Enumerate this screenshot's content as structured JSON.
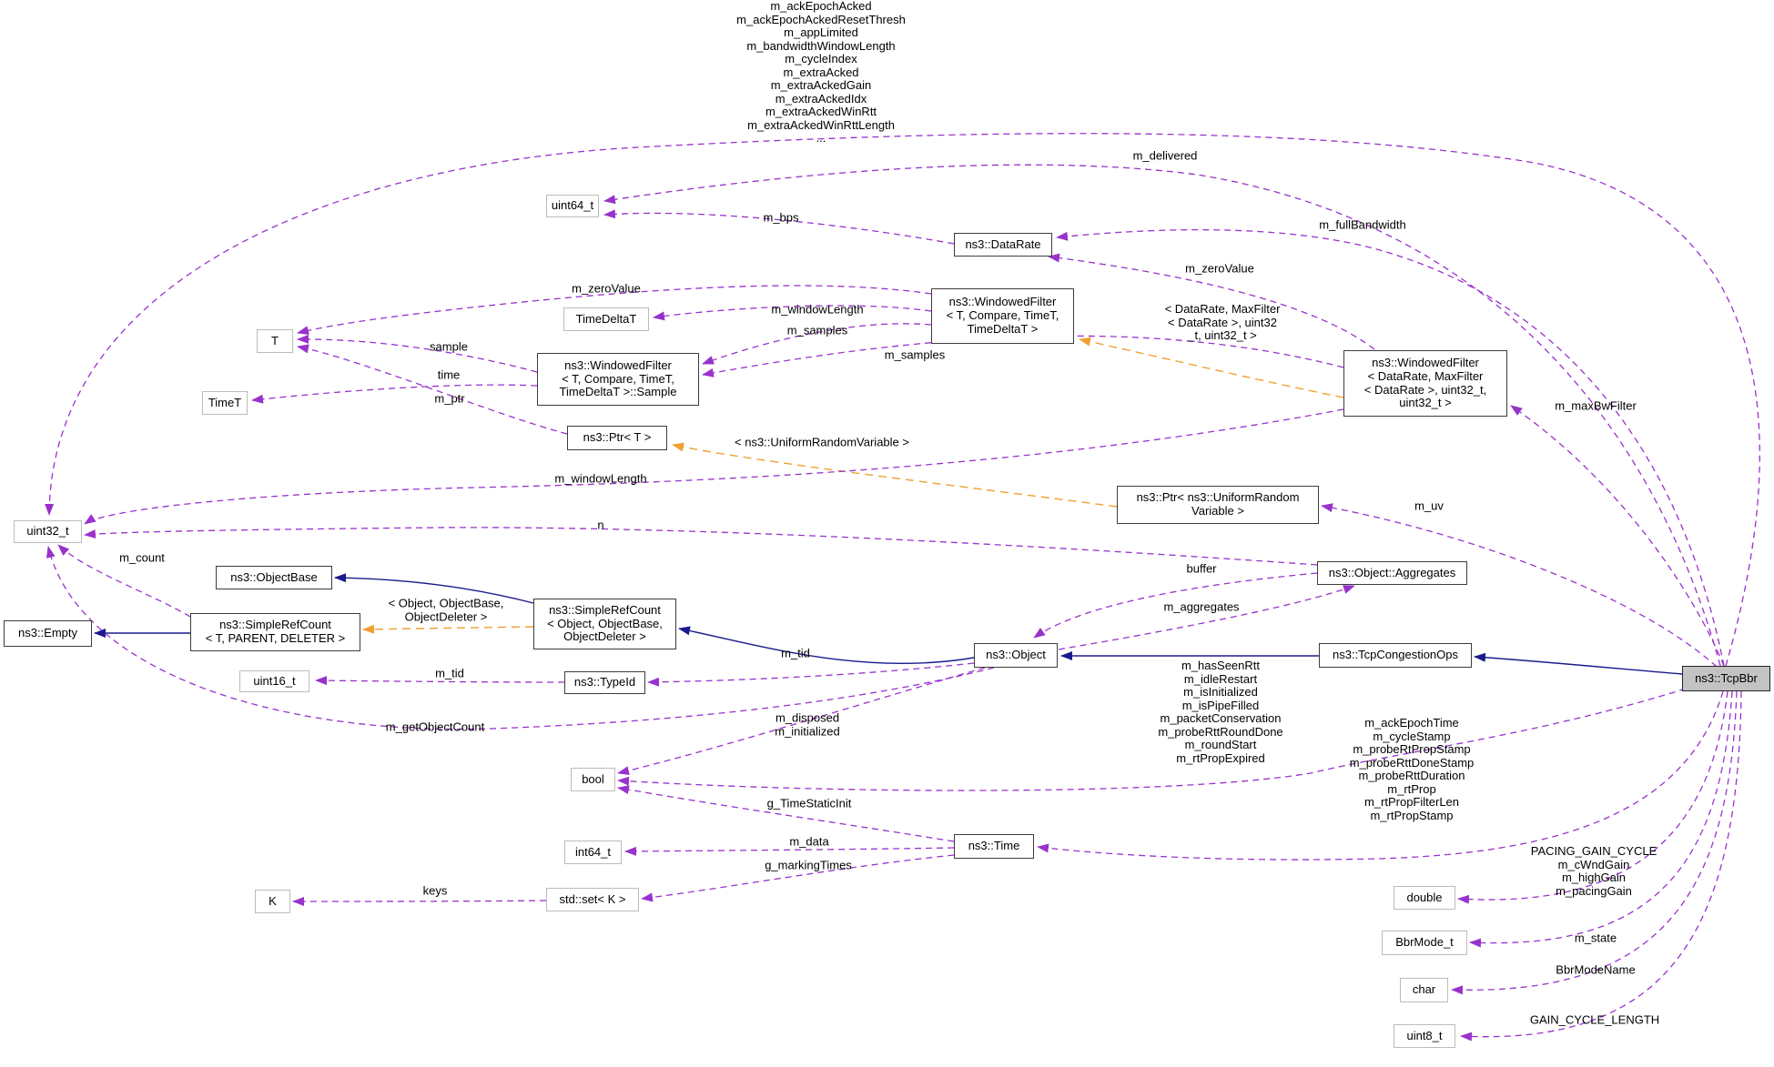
{
  "nodes": {
    "uint64": "uint64_t",
    "datarate": "ns3::DataRate",
    "timedeltat": "TimeDeltaT",
    "wf_generic": "ns3::WindowedFilter\n< T, Compare, TimeT,\nTimeDeltaT >",
    "t": "T",
    "wf_sample": "ns3::WindowedFilter\n< T, Compare, TimeT,\nTimeDeltaT >::Sample",
    "timet": "TimeT",
    "ptr_t": "ns3::Ptr< T >",
    "wf_datarate": "ns3::WindowedFilter\n< DataRate, MaxFilter\n< DataRate >, uint32_t,\nuint32_t >",
    "ptr_urv": "ns3::Ptr< ns3::UniformRandom\nVariable >",
    "uint32": "uint32_t",
    "objectbase": "ns3::ObjectBase",
    "empty": "ns3::Empty",
    "src_generic": "ns3::SimpleRefCount\n< T, PARENT, DELETER >",
    "uint16": "uint16_t",
    "src_object": "ns3::SimpleRefCount\n< Object, ObjectBase,\nObjectDeleter >",
    "typeid": "ns3::TypeId",
    "object": "ns3::Object",
    "aggregates": "ns3::Object::Aggregates",
    "tcpcongestionops": "ns3::TcpCongestionOps",
    "tcpbbr": "ns3::TcpBbr",
    "bool": "bool",
    "int64": "int64_t",
    "std_set": "std::set< K >",
    "k": "K",
    "time": "ns3::Time",
    "double": "double",
    "bbrmode": "BbrMode_t",
    "char": "char",
    "uint8": "uint8_t"
  },
  "labels": {
    "tcpbbr_uint32_members": "m_ackEpochAcked\nm_ackEpochAckedResetThresh\nm_appLimited\nm_bandwidthWindowLength\nm_cycleIndex\nm_extraAcked\nm_extraAckedGain\nm_extraAckedIdx\nm_extraAckedWinRtt\nm_extraAckedWinRttLength\n...",
    "m_delivered": "m_delivered",
    "m_bps": "m_bps",
    "m_fullBandwidth": "m_fullBandwidth",
    "m_zeroValue_left": "m_zeroValue",
    "m_zeroValue_right": "m_zeroValue",
    "m_windowLength_top": "m_windowLength",
    "m_windowLength_mid": "m_windowLength",
    "m_samples_left": "m_samples",
    "m_samples_right": "m_samples",
    "sample": "sample",
    "time": "time",
    "m_ptr": "m_ptr",
    "template_datarate": "< DataRate, MaxFilter\n< DataRate >, uint32\n_t, uint32_t >",
    "template_urv": "< ns3::UniformRandomVariable >",
    "template_object": "< Object, ObjectBase,\nObjectDeleter >",
    "n": "n",
    "m_count": "m_count",
    "buffer": "buffer",
    "m_aggregates": "m_aggregates",
    "m_tid_left": "m_tid",
    "m_tid_right": "m_tid",
    "object_bool_members": "m_disposed\nm_initialized",
    "m_getObjectCount": "m_getObjectCount",
    "g_TimeStaticInit": "g_TimeStaticInit",
    "m_data": "m_data",
    "g_markingTimes": "g_markingTimes",
    "keys": "keys",
    "tcpbbr_bool_members": "m_hasSeenRtt\nm_idleRestart\nm_isInitialized\nm_isPipeFilled\nm_packetConservation\nm_probeRttRoundDone\nm_roundStart\nm_rtPropExpired",
    "tcpbbr_time_members": "m_ackEpochTime\nm_cycleStamp\nm_probeRtPropStamp\nm_probeRttDoneStamp\nm_probeRttDuration\nm_rtProp\nm_rtPropFilterLen\nm_rtPropStamp",
    "tcpbbr_double_members": "PACING_GAIN_CYCLE\nm_cWndGain\nm_highGain\nm_pacingGain",
    "m_state": "m_state",
    "BbrModeName": "BbrModeName",
    "GAIN_CYCLE_LENGTH": "GAIN_CYCLE_LENGTH",
    "m_maxBwFilter": "m_maxBwFilter",
    "m_uv": "m_uv"
  },
  "colors": {
    "usage_edge": "#9932CC",
    "template_edge": "#F0A030",
    "inheritance_edge": "#1A1A8C",
    "class_border": "#3C3C3C",
    "plain_border": "#BCBCBC",
    "highlight_fill": "#C3C3C3"
  }
}
